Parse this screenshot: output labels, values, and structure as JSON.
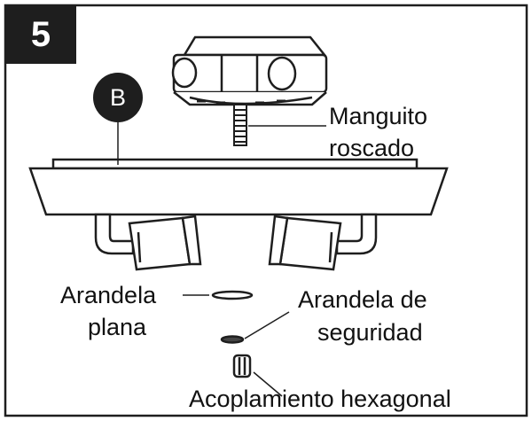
{
  "step": {
    "number": "5"
  },
  "badge": {
    "letter": "B"
  },
  "labels": {
    "threaded_nipple_1": "Manguito",
    "threaded_nipple_2": "roscado",
    "flat_washer_1": "Arandela",
    "flat_washer_2": "plana",
    "lock_washer_1": "Arandela de",
    "lock_washer_2": "seguridad",
    "hex_coupling": "Acoplamiento hexagonal"
  },
  "colors": {
    "ink": "#1e1e1e",
    "background": "#ffffff"
  }
}
